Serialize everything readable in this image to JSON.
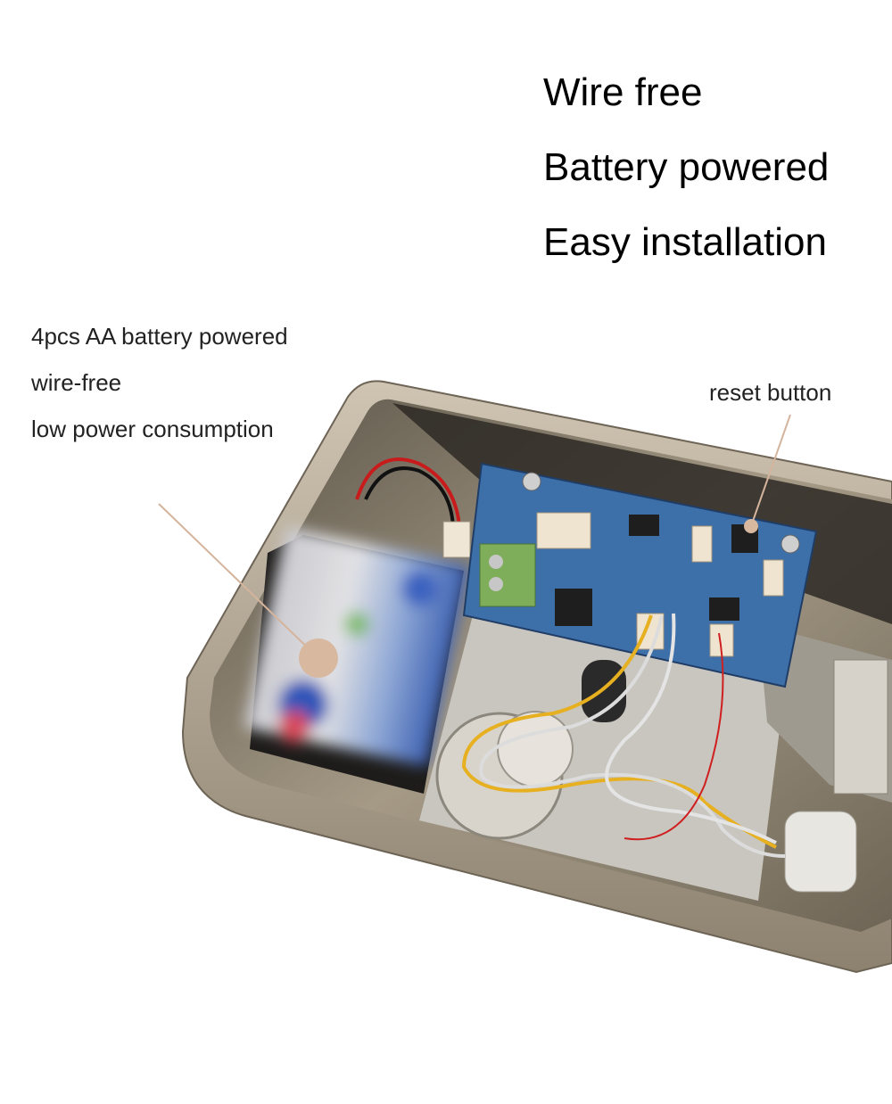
{
  "headlines": [
    "Wire free",
    "Battery powered",
    "Easy installation"
  ],
  "battery_features": [
    "4pcs AA battery powered",
    "wire-free",
    "low power consumption"
  ],
  "callouts": {
    "reset_label": "reset button"
  },
  "colors": {
    "callout": "#d4b49c",
    "pcb": "#3d6fa8",
    "terminal": "#7fae5a",
    "metal": "#b8aa94"
  }
}
